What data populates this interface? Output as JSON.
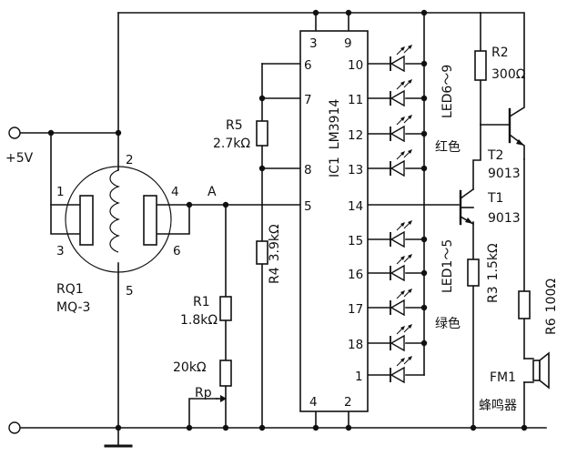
{
  "power": {
    "label": "+5V"
  },
  "sensor": {
    "ref": "RQ1",
    "model": "MQ-3",
    "pins": {
      "p1": "1",
      "p2": "2",
      "p3": "3",
      "p4": "4",
      "p5": "5",
      "p6": "6"
    }
  },
  "node_a": "A",
  "ic": {
    "ref": "IC1",
    "model": "LM3914",
    "pins": {
      "p3": "3",
      "p9": "9",
      "p6": "6",
      "p7": "7",
      "p8": "8",
      "p5": "5",
      "p10": "10",
      "p11": "11",
      "p12": "12",
      "p13": "13",
      "p14": "14",
      "p15": "15",
      "p16": "16",
      "p17": "17",
      "p18": "18",
      "p1": "1",
      "p4": "4",
      "p2": "2"
    }
  },
  "resistors": {
    "r1": {
      "ref": "R1",
      "value": "1.8kΩ"
    },
    "r2": {
      "ref": "R2",
      "value": "300Ω"
    },
    "r3": {
      "ref": "R3",
      "value": "1.5kΩ"
    },
    "r4": {
      "ref": "R4",
      "value": "3.9kΩ"
    },
    "r5": {
      "ref": "R5",
      "value": "2.7kΩ"
    },
    "r6": {
      "ref": "R6",
      "value": "100Ω"
    }
  },
  "pot": {
    "ref": "Rp",
    "value": "20kΩ"
  },
  "transistors": {
    "t1": {
      "ref": "T1",
      "model": "9013"
    },
    "t2": {
      "ref": "T2",
      "model": "9013"
    }
  },
  "led_groups": {
    "red": {
      "label": "LED6～9",
      "color_label": "红色"
    },
    "green": {
      "label": "LED1～5",
      "color_label": "绿色"
    }
  },
  "buzzer": {
    "ref": "FM1",
    "label": "蜂鸣器"
  }
}
